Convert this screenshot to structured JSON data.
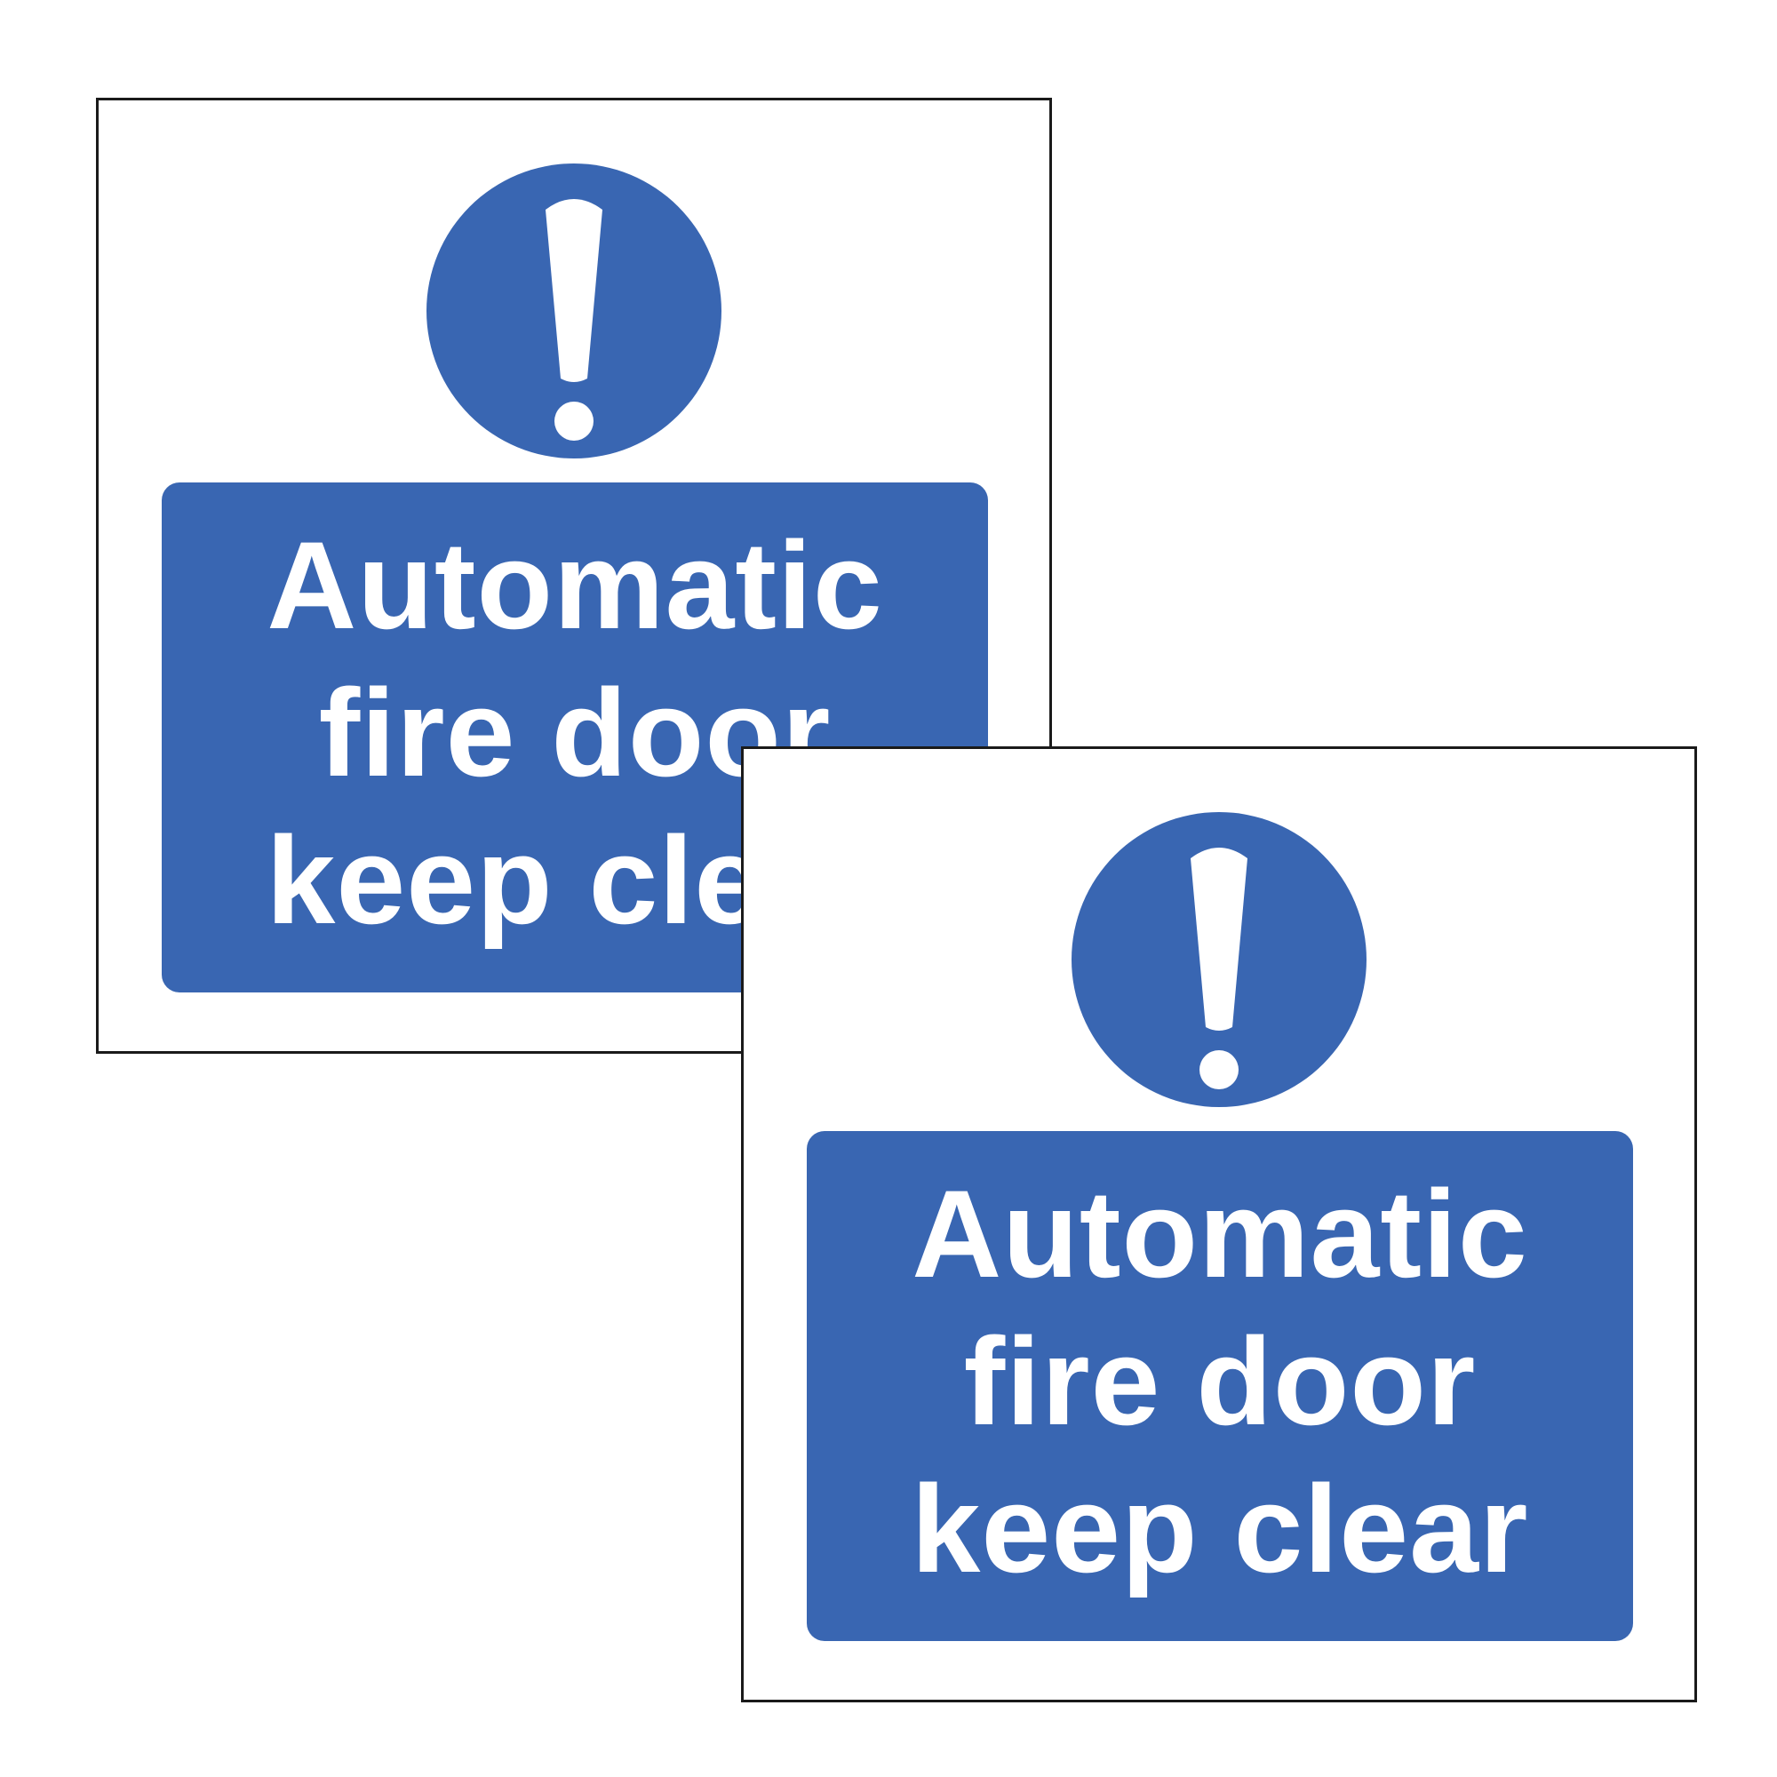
{
  "colors": {
    "sign_blue": "#3966b2",
    "sign_white": "#ffffff",
    "border": "#1a1a1a"
  },
  "signs": [
    {
      "icon": "exclamation-mark-icon",
      "lines": [
        "Automatic",
        "fire door",
        "keep clear"
      ]
    },
    {
      "icon": "exclamation-mark-icon",
      "lines": [
        "Automatic",
        "fire door",
        "keep clear"
      ]
    }
  ]
}
